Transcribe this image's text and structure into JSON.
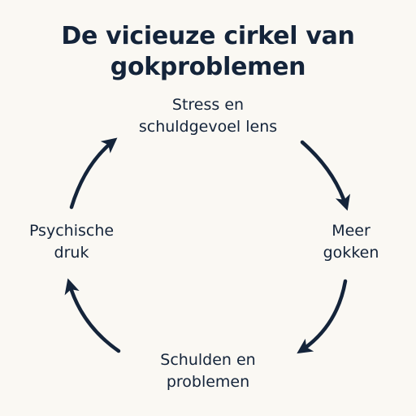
{
  "title": {
    "line1": "De vicieuze cirkel van",
    "line2": "gokproblemen"
  },
  "nodes": {
    "top": {
      "line1": "Stress en",
      "line2": "schuldgevoel lens"
    },
    "right": {
      "line1": "Meer",
      "line2": "gokken"
    },
    "bottom": {
      "line1": "Schulden en",
      "line2": "problemen"
    },
    "left": {
      "line1": "Psychische",
      "line2": "druk"
    }
  },
  "colors": {
    "background": "#faf8f3",
    "ink": "#14243a"
  }
}
